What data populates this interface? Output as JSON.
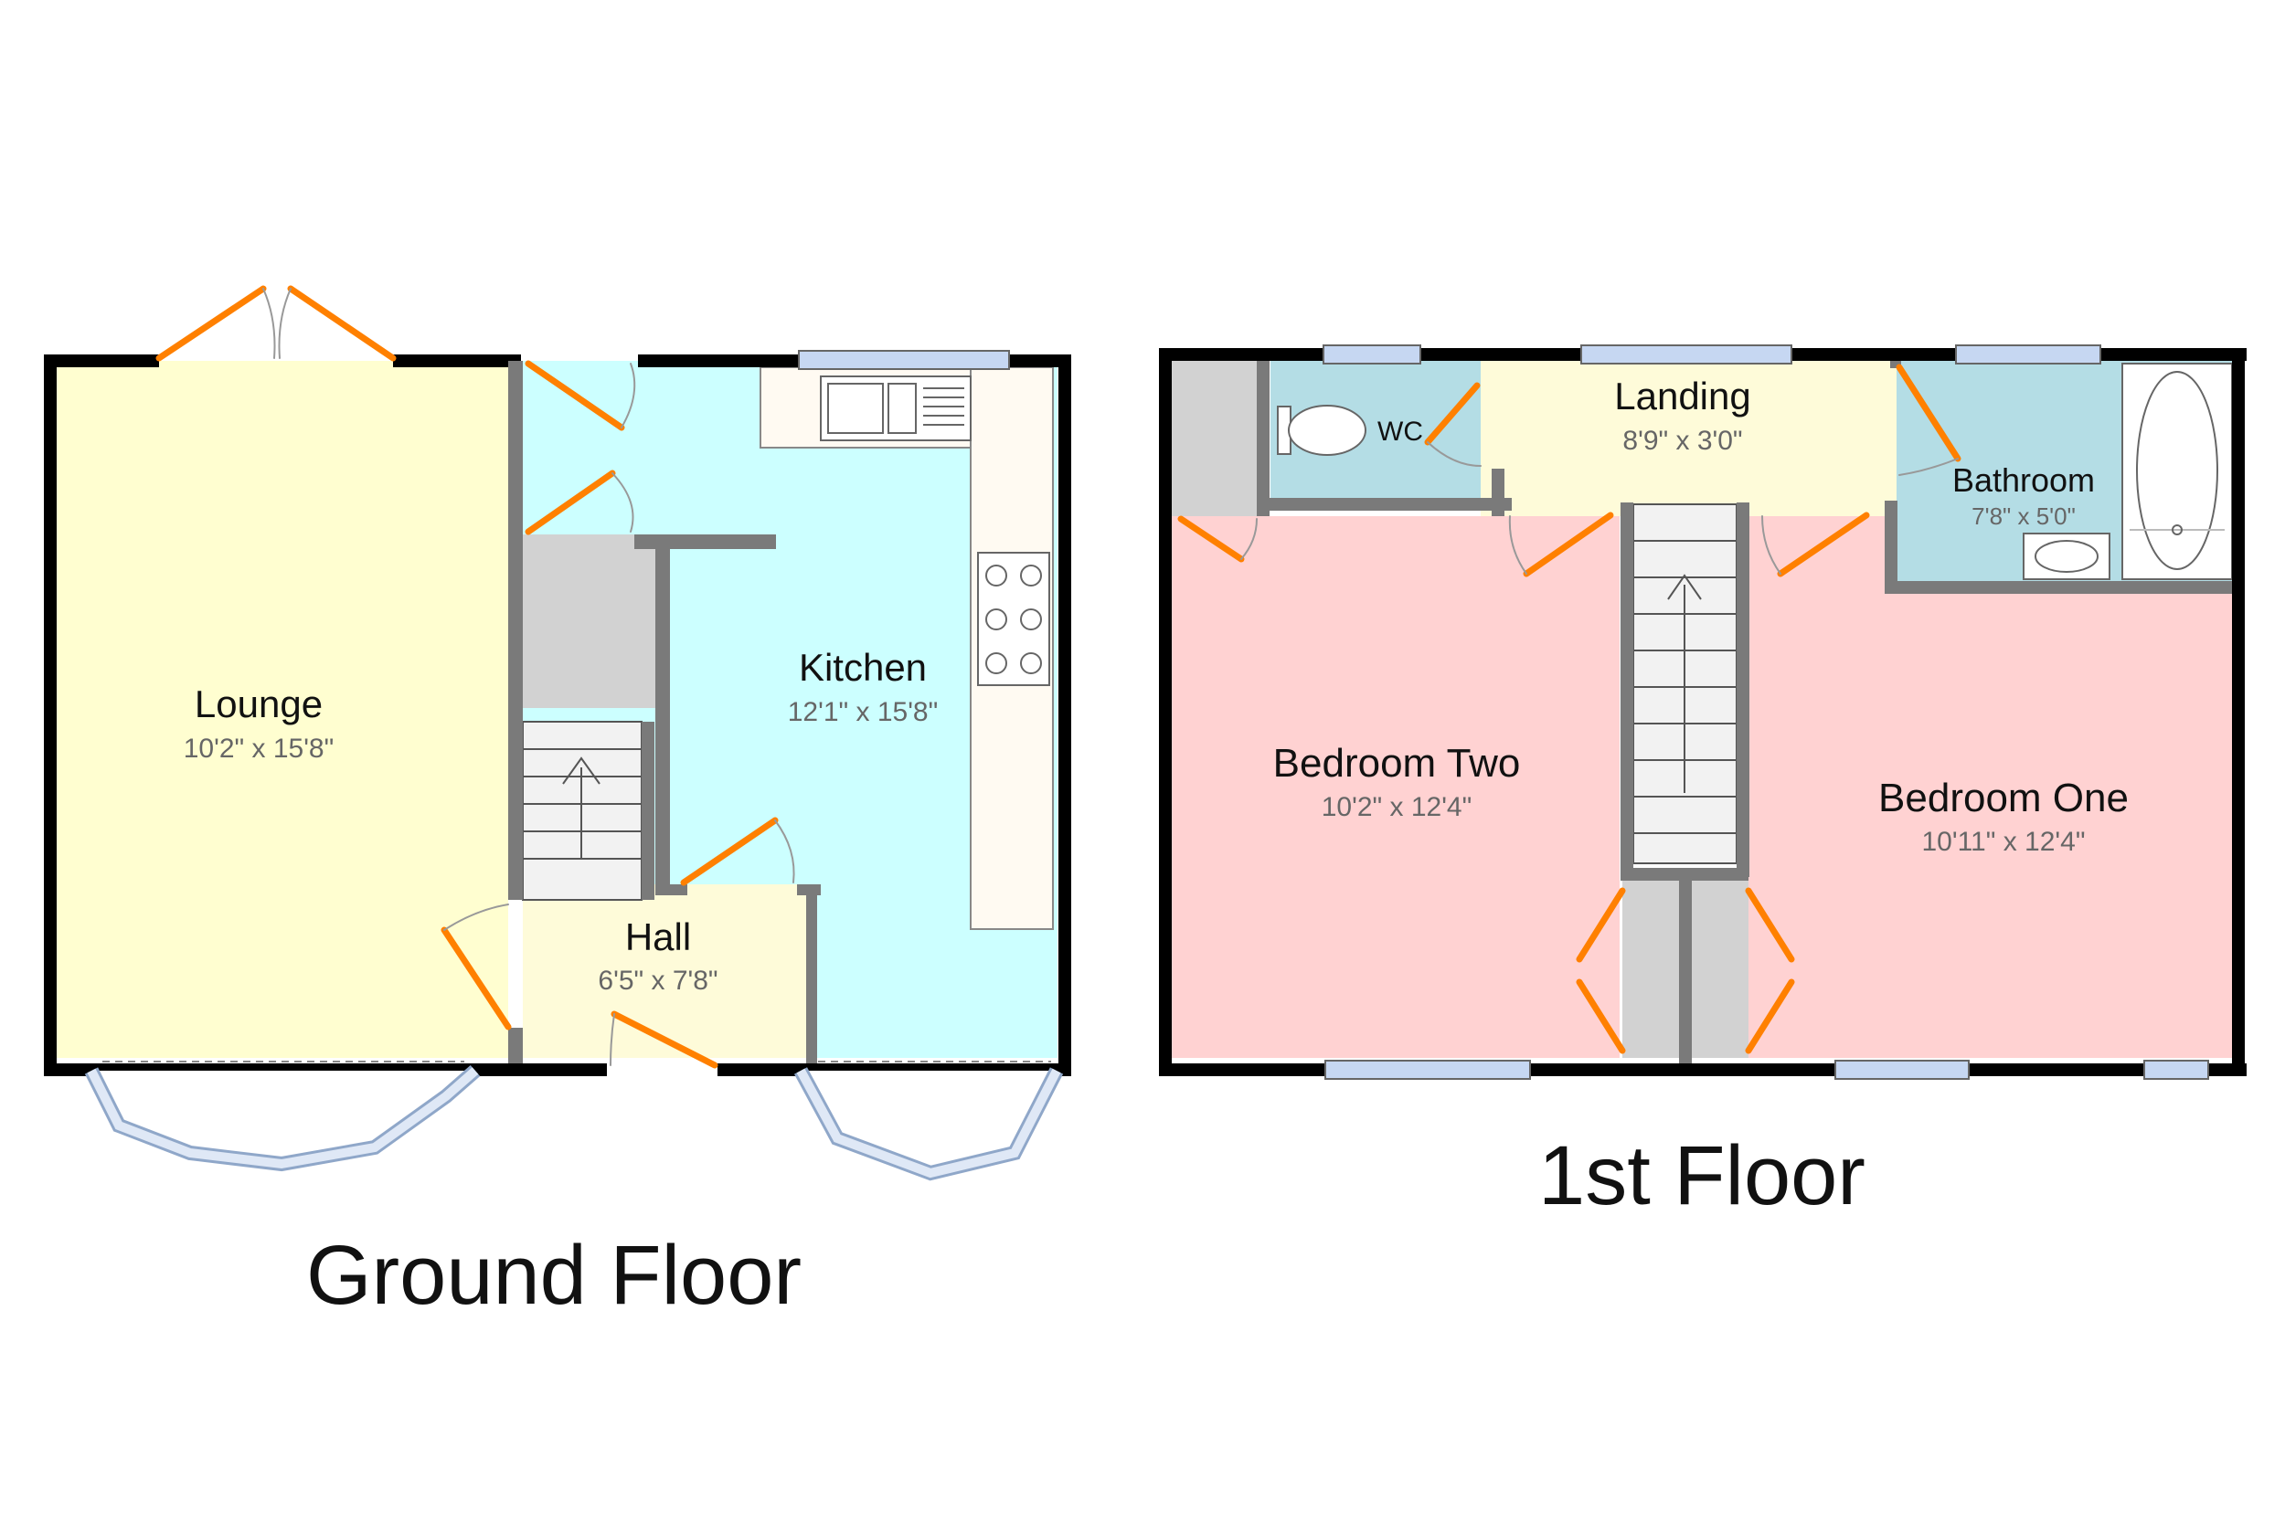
{
  "colors": {
    "wall": "#000000",
    "lounge": "#fffed0",
    "kitchen": "#ccffff",
    "hall": "#fefbd9",
    "bedroom": "#ffd2d2",
    "landing": "#fefbd9",
    "bathroom": "#b4dde5",
    "cupboard": "#d2d2d2",
    "door": "#ff8000",
    "window": "#c6d7f2",
    "worktop": "#fffaf2"
  },
  "ground_floor": {
    "title": "Ground Floor",
    "rooms": {
      "lounge": {
        "name": "Lounge",
        "dims": "10'2\" x 15'8\""
      },
      "kitchen": {
        "name": "Kitchen",
        "dims": "12'1\" x 15'8\""
      },
      "hall": {
        "name": "Hall",
        "dims": "6'5\" x 7'8\""
      }
    }
  },
  "first_floor": {
    "title": "1st Floor",
    "rooms": {
      "landing": {
        "name": "Landing",
        "dims": "8'9\" x 3'0\""
      },
      "wc": {
        "name": "WC"
      },
      "bathroom": {
        "name": "Bathroom",
        "dims": "7'8\" x 5'0\""
      },
      "bedroom_two": {
        "name": "Bedroom Two",
        "dims": "10'2\" x 12'4\""
      },
      "bedroom_one": {
        "name": "Bedroom One",
        "dims": "10'11\" x 12'4\""
      }
    }
  }
}
